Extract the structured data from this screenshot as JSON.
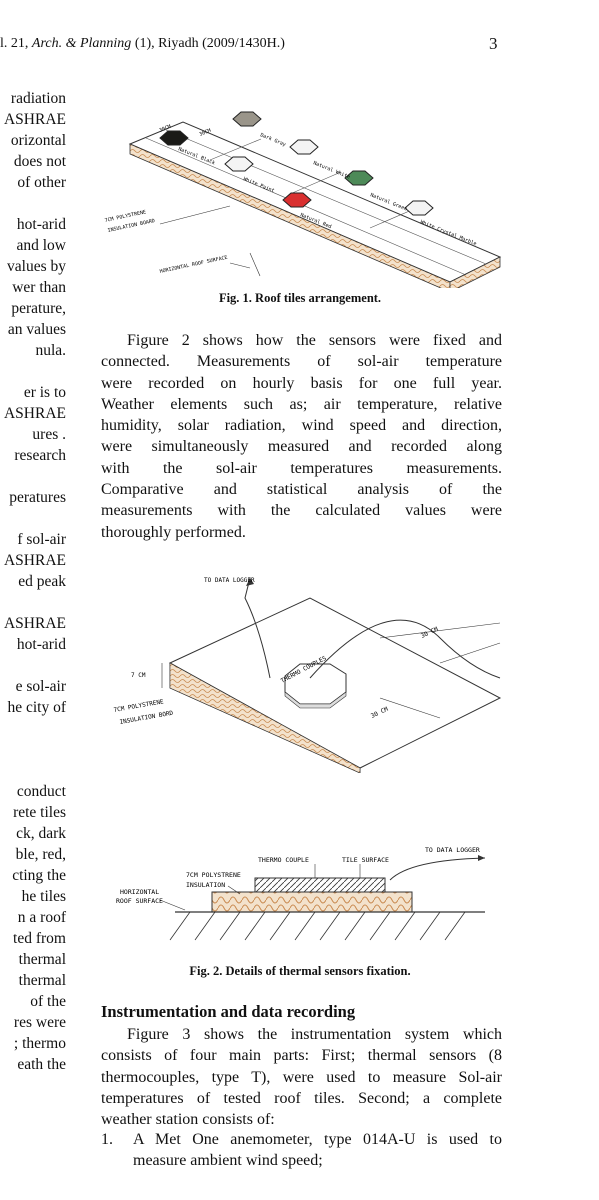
{
  "header": {
    "vol": "l. 21, ",
    "journal": "Arch. & Planning",
    "rest": " (1), Riyadh (2009/1430H.)",
    "page": "3"
  },
  "left_fragments": [
    "radiation",
    "ASHRAE",
    "orizontal",
    "does not",
    "of other",
    "",
    "hot-arid",
    "and low",
    "values by",
    "wer than",
    "perature,",
    "an values",
    "nula.",
    "",
    "er  is to",
    "ASHRAE",
    "ures .",
    "research",
    "",
    "peratures",
    "",
    "f sol-air",
    "ASHRAE",
    "ed peak",
    "",
    "ASHRAE",
    "hot-arid",
    "",
    "e sol-air",
    "he city of",
    "",
    "",
    "",
    "conduct",
    "rete tiles",
    "ck, dark",
    "ble, red,",
    "cting the",
    "he tiles",
    "n a roof",
    "ted from",
    "thermal",
    "thermal",
    "of the",
    "res were",
    "; thermo",
    "eath the"
  ],
  "fig1": {
    "caption": "Fig. 1. Roof tiles arrangement.",
    "labels": [
      "30CM",
      "30CM",
      "Dark Gray",
      "Natural Black",
      "Natural White",
      "White Paint",
      "Natural Green",
      "Natural Red",
      "White Crystal Marble",
      "7CM POLYSTRENE",
      "INSULATION BOARD",
      "HORIZONTAL ROOF SURFACE"
    ],
    "colors": {
      "black": "#1a1a17",
      "gray": "#9a958a",
      "green": "#4d8a58",
      "red": "#d93030",
      "white": "#f4f4f4"
    }
  },
  "para1": [
    "Figure 2 shows how the sensors were fixed and",
    "connected.  Measurements of sol-air temperature",
    "were recorded on hourly basis for one full year.",
    "Weather elements such as; air temperature, relative",
    "humidity, solar radiation, wind speed and direction,",
    "were simultaneously measured and recorded along",
    "with  the  sol-air  temperatures  measurements.",
    "Comparative  and  statistical  analysis  of  the",
    "measurements  with  the  calculated  values  were",
    "thoroughly performed."
  ],
  "fig2a": {
    "labels": [
      "TO DATA LOGGER",
      "30 CM",
      "7 CM",
      "THERMO COUPLES",
      "7CM POLYSTRENE",
      "INSULATION BORD",
      "30 CM"
    ]
  },
  "fig2b": {
    "labels": [
      "TO DATA LOGGER",
      "THERMO COUPLE",
      "TILE SURFACE",
      "7CM POLYSTRENE",
      "INSULATION",
      "HORIZONTAL",
      "ROOF SURFACE"
    ],
    "caption": "Fig. 2. Details of thermal sensors  fixation."
  },
  "section": {
    "title": "Instrumentation and data recording",
    "lines": [
      "Figure 3 shows the instrumentation system which",
      "consists of four main parts:  First; thermal sensors (8",
      "thermocouples, type T), were used to measure Sol-air",
      "temperatures of tested roof  tiles. Second; a complete",
      "weather station consists of:"
    ],
    "item_num": "1.",
    "item_lines": [
      "A Met One anemometer, type 014A-U is used to",
      "measure ambient wind speed;"
    ]
  }
}
